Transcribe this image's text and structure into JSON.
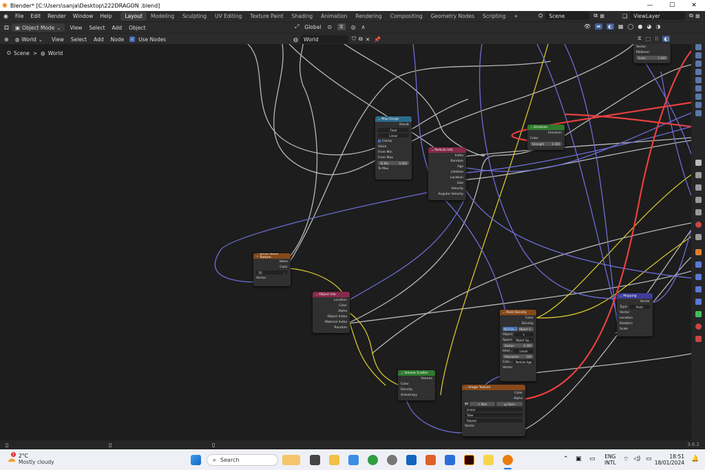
{
  "window": {
    "title": "Blender* [C:\\Users\\sanja\\Desktop\\222DRAGON .blend]"
  },
  "menu": {
    "items": [
      "File",
      "Edit",
      "Render",
      "Window",
      "Help"
    ]
  },
  "workspaces": [
    "Layout",
    "Modeling",
    "Sculpting",
    "UV Editing",
    "Texture Paint",
    "Shading",
    "Animation",
    "Rendering",
    "Compositing",
    "Geometry Nodes",
    "Scripting"
  ],
  "topbar": {
    "add": "+",
    "scene": "Scene",
    "viewlayer": "ViewLayer"
  },
  "header1": {
    "mode": "Object Mode",
    "view": "View",
    "select": "Select",
    "add": "Add",
    "object": "Object",
    "transform": "Global"
  },
  "header2": {
    "world": "World",
    "view": "View",
    "select": "Select",
    "add": "Add",
    "node": "Node",
    "use_nodes": "Use Nodes",
    "world_field": "World"
  },
  "breadcrumb": {
    "scene": "Scene",
    "sep": ">",
    "world": "World"
  },
  "nodes": {
    "map_range": {
      "title": "Map Range",
      "result": "Result",
      "type": "Float",
      "interp": "Linear",
      "clamp": "Clamp",
      "value": "Value",
      "from_min": "From Min",
      "from_max": "From Max",
      "to_min": "To Min",
      "to_min_val": "0.000",
      "to_max": "To Max"
    },
    "particle_info": {
      "title": "Particle Info",
      "outs": [
        "Index",
        "Random",
        "Age",
        "Lifetime",
        "Location",
        "Size",
        "Velocity",
        "Angular Velocity"
      ]
    },
    "emission": {
      "title": "Emission",
      "emission": "Emission",
      "color": "Color",
      "strength": "Strength",
      "strength_val": "1.000"
    },
    "vector_out": {
      "vector": "Vector",
      "midlevel": "Midlevel",
      "scale": "Scale",
      "scale_val": "1.000"
    },
    "white_noise": {
      "title": "White Noise Texture",
      "value": "Value",
      "color": "Color",
      "dim": "3D",
      "vector": "Vector"
    },
    "object_info": {
      "title": "Object Info",
      "outs": [
        "Location",
        "Color",
        "Alpha",
        "Object Index",
        "Material Index",
        "Random"
      ]
    },
    "point_density": {
      "title": "Point Density",
      "color": "Color",
      "density": "Density",
      "tab1": "Particle...",
      "tab2": "Object V...",
      "object": "Object",
      "space": "Space",
      "space_val": "Object Sp...",
      "radius": "Radius",
      "radius_val": "0.300",
      "interp": "Inter...",
      "interp_val": "Linear",
      "resolution": "Resolution",
      "resolution_val": "100",
      "colsrc": "Colo...",
      "colsrc_val": "Particle Age",
      "vector": "Vector"
    },
    "volume_scatter": {
      "title": "Volume Scatter",
      "volume": "Volume",
      "color": "Color",
      "density": "Density",
      "anisotropy": "Anisotropy"
    },
    "image_texture": {
      "title": "Image Texture",
      "color": "Color",
      "alpha": "Alpha",
      "new": "New",
      "open": "Open",
      "interp": "Linear",
      "proj": "Tube",
      "ext": "Repeat",
      "vector": "Vector"
    },
    "mapping": {
      "title": "Mapping",
      "vector_out": "Vector",
      "type": "Type:",
      "type_val": "Point",
      "ins": [
        "Vector",
        "Location",
        "Rotation",
        "Scale"
      ]
    }
  },
  "status": {
    "version": "3.6.2"
  },
  "taskbar": {
    "temp": "2°C",
    "weather": "Mostly cloudy",
    "search": "Search",
    "lang1": "ENG",
    "lang2": "INTL",
    "time": "18:51",
    "date": "18/01/2024",
    "badge": "1"
  },
  "colors": {
    "shader": "#2f7a2f",
    "input": "#86294b",
    "texture": "#86491a",
    "converter": "#2b6b8a",
    "vector": "#3d3d99",
    "wire_red": "#e84040",
    "wire_yellow": "#d4c630",
    "wire_purple": "#6d6dd6",
    "wire_grey": "#b8b8b8"
  }
}
